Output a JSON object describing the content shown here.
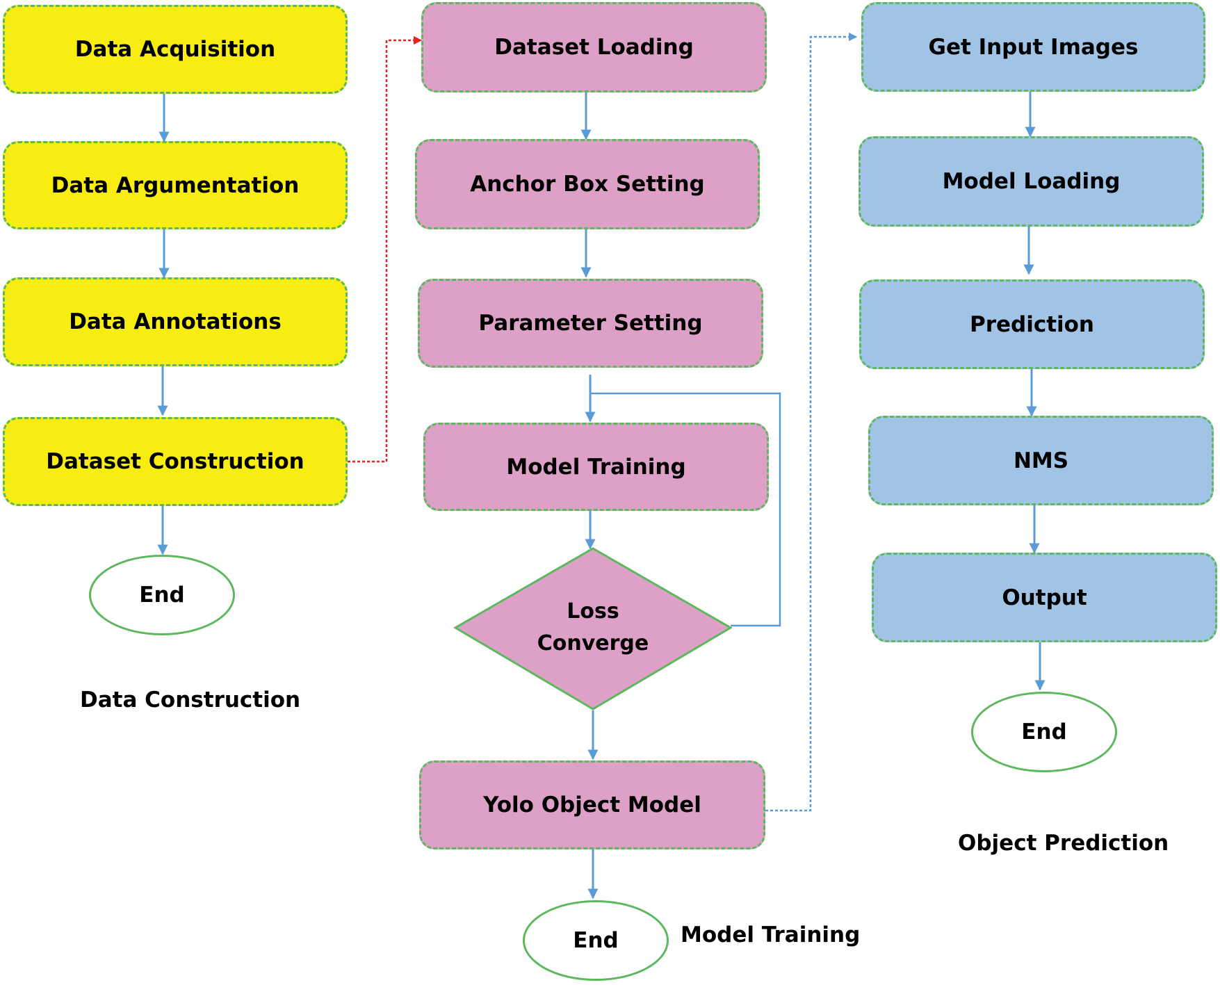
{
  "data_construction": {
    "section_label": "Data Construction",
    "steps": [
      "Data Acquisition",
      "Data Argumentation",
      "Data Annotations",
      "Dataset Construction"
    ],
    "end": "End"
  },
  "model_training": {
    "section_label": "Model Training",
    "steps": [
      "Dataset  Loading",
      "Anchor Box Setting",
      "Parameter  Setting",
      "Model Training"
    ],
    "decision": [
      "Loss",
      "Converge"
    ],
    "result": "Yolo Object Model",
    "end": "End"
  },
  "object_prediction": {
    "section_label": "Object Prediction",
    "steps": [
      "Get Input Images",
      "Model Loading",
      "Prediction",
      "NMS",
      "Output"
    ],
    "end": "End"
  },
  "colors": {
    "construction_fill": "#f7ed12",
    "training_fill": "#dda0c7",
    "prediction_fill": "#a1c4e6",
    "border": "#5cb85c",
    "arrow": "#5b9bd5",
    "link_construction_training": "#e8201e",
    "link_training_prediction": "#5b9bd5"
  }
}
